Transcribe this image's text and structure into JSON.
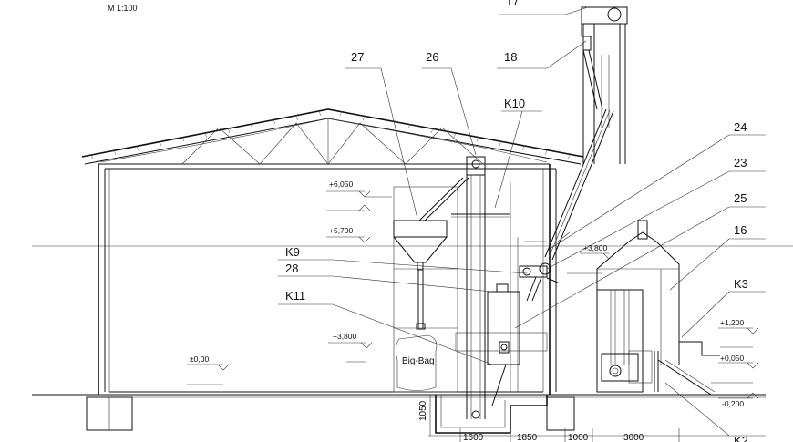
{
  "scale": "M 1:100",
  "callouts": {
    "c17": "17",
    "c18": "18",
    "c27": "27",
    "c26": "26",
    "cK10": "K10",
    "c24": "24",
    "c23": "23",
    "c25": "25",
    "c16": "16",
    "cK9": "K9",
    "c28": "28",
    "cK11": "K11",
    "cK3": "K3",
    "cK2": "K2"
  },
  "elevations": {
    "e6050": "+6,050",
    "e5700": "+5,700",
    "e3800a": "+3,800",
    "e3800b": "+3,800",
    "e0000": "±0,00",
    "e1200": "+1,200",
    "e0050": "+0,050",
    "e0200": "-0,200"
  },
  "dimensions": {
    "d1600": "1600",
    "d1850": "1850",
    "d1000": "1000",
    "d3000": "3000",
    "d1050": "1050"
  },
  "bigbag": "Big-Bag"
}
